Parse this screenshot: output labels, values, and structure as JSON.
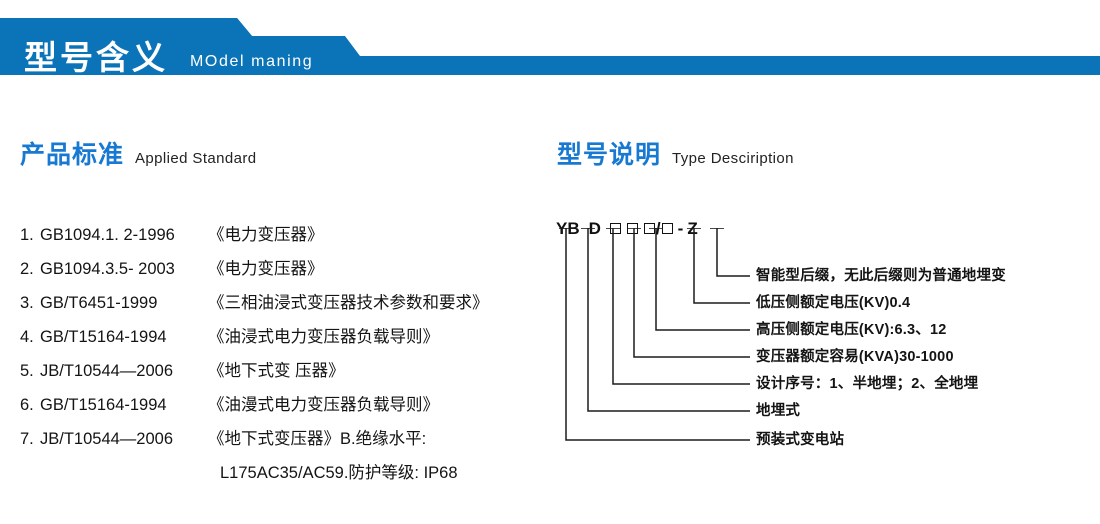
{
  "banner": {
    "title": "型号含义",
    "subtitle": "MOdel maning",
    "color": "#0b74b8"
  },
  "sections": {
    "standard": {
      "cn": "产品标准",
      "en": "Applied Standard",
      "accent": "#1879d2"
    },
    "type": {
      "cn": "型号说明",
      "en": "Type Desciription",
      "accent": "#1879d2"
    }
  },
  "standards": [
    {
      "index": "1.",
      "code": "GB1094.1. 2-1996",
      "name": "《电力变压器》"
    },
    {
      "index": "2.",
      "code": "GB1094.3.5- 2003",
      "name": "《电力变压器》"
    },
    {
      "index": "3.",
      "code": "GB/T6451-1999",
      "name": "《三相油浸式变压器技术参数和要求》"
    },
    {
      "index": "4.",
      "code": "GB/T15164-1994",
      "name": "《油浸式电力变压器负载导则》"
    },
    {
      "index": "5.",
      "code": "JB/T10544—2006",
      "name": "《地下式变 压器》"
    },
    {
      "index": "6.",
      "code": "GB/T15164-1994",
      "name": "《油漫式电力变压器负载导则》"
    },
    {
      "index": "7.",
      "code": "JB/T10544—2006",
      "name": "《地下式变压器》B.绝缘水平:"
    }
  ],
  "standards_continuation": "L175AC35/AC59.防护等级: IP68",
  "model_code": {
    "segments": [
      {
        "kind": "text",
        "text": "YB"
      },
      {
        "kind": "text",
        "text": "D"
      },
      {
        "kind": "box"
      },
      {
        "kind": "box"
      },
      {
        "kind": "box"
      },
      {
        "kind": "sep",
        "text": "/"
      },
      {
        "kind": "box"
      },
      {
        "kind": "sep",
        "text": "-"
      },
      {
        "kind": "text",
        "text": "Z"
      }
    ],
    "display": "YB D □□□/□ - Z"
  },
  "diagram_labels": [
    {
      "text": "智能型后缀，无此后缀则为普通地埋变"
    },
    {
      "text": "低压侧额定电压(KV)0.4"
    },
    {
      "text": "高压侧额定电压(KV):6.3、12"
    },
    {
      "text": "变压器额定容易(KVA)30-1000"
    },
    {
      "text": "设计序号：1、半地埋；2、全地埋"
    },
    {
      "text": "地埋式"
    },
    {
      "text": "预装式变电站"
    }
  ]
}
